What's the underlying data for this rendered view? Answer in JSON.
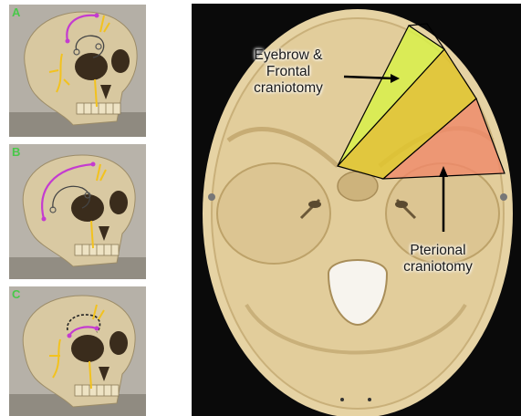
{
  "panels": [
    {
      "letter": "A"
    },
    {
      "letter": "B"
    },
    {
      "letter": "C"
    }
  ],
  "main_photo": {
    "eyebrow_label": {
      "line1": "Eyebrow &",
      "line2": "Frontal",
      "line3": "craniotomy"
    },
    "pterional_label": {
      "line1": "Pterional",
      "line2": "craniotomy"
    },
    "colors": {
      "eyebrow_region": "#d8f04a",
      "overlap_region": "#e0c52e",
      "pterional_region": "#f08a6a",
      "bone": "#e6d3a4",
      "label_color": "#49c84a",
      "incision_magenta": "#c43bd0",
      "incision_yellow": "#f2c21e"
    }
  }
}
